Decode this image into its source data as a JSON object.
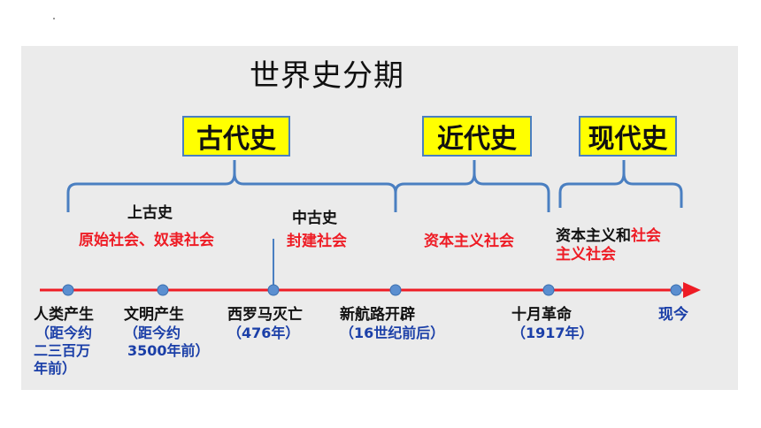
{
  "title": "世界史分期",
  "eras": {
    "ancient": "古代史",
    "modern": "近代史",
    "contemporary": "现代史"
  },
  "periods": {
    "upper_ancient": {
      "name": "上古史",
      "society": "原始社会、奴隶社会"
    },
    "middle_ancient": {
      "name": "中古史",
      "society": "封建社会"
    },
    "modern_society": "资本主义社会",
    "contemporary_society": {
      "line1_black": "资本主义和",
      "line1_red": "社会",
      "line2_red": "主义社会"
    }
  },
  "events": [
    {
      "name": "人类产生",
      "note_lines": [
        "（距今约",
        "二三百万",
        "年前）"
      ]
    },
    {
      "name": "文明产生",
      "note_lines": [
        "（距今约",
        "3500年前）"
      ]
    },
    {
      "name": "西罗马灭亡",
      "note_lines": [
        "（476年）"
      ]
    },
    {
      "name": "新航路开辟",
      "note_lines": [
        "（16世纪前后）"
      ]
    },
    {
      "name": "十月革命",
      "note_lines": [
        "（1917年）"
      ]
    },
    {
      "name": "现今",
      "note_lines": []
    }
  ],
  "colors": {
    "timeline": "#ee1c25",
    "brace": "#4a7fc1",
    "dot": "#5b8fd0",
    "era_box": "#ffff00",
    "note_text": "#1b3fa8",
    "society_text": "#ee1c25"
  }
}
